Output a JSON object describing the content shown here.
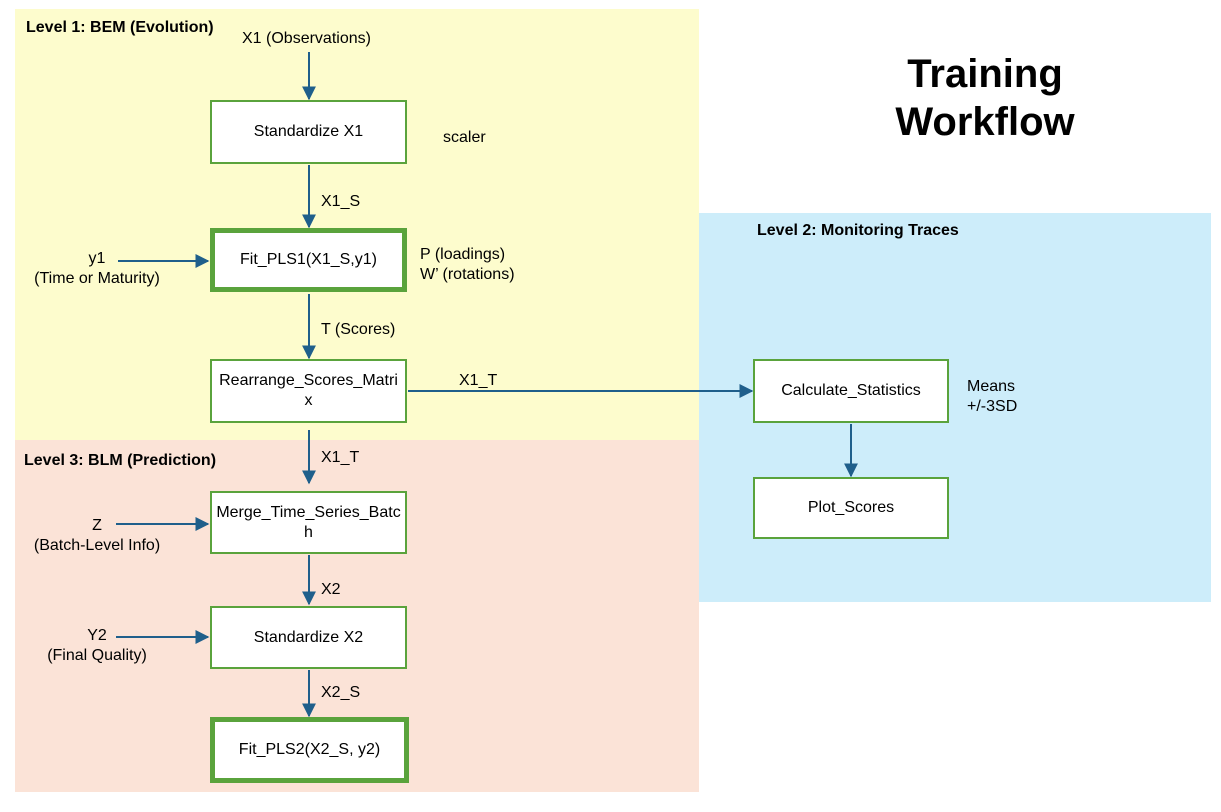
{
  "title": "Training\nWorkflow",
  "levels": {
    "l1": "Level 1: BEM (Evolution)",
    "l2": "Level 2: Monitoring Traces",
    "l3": "Level 3: BLM (Prediction)"
  },
  "boxes": {
    "standardize_x1": "Standardize X1",
    "fit_pls1": "Fit_PLS1(X1_S,y1)",
    "rearrange": "Rearrange_Scores_Matrix",
    "calc_stats": "Calculate_Statistics",
    "plot_scores": "Plot_Scores",
    "merge": "Merge_Time_Series_Batch",
    "standardize_x2": "Standardize X2",
    "fit_pls2": "Fit_PLS2(X2_S, y2)"
  },
  "labels": {
    "x1_obs": "X1 (Observations)",
    "scaler": "scaler",
    "x1_s": "X1_S",
    "y1": "y1\n(Time or Maturity)",
    "loadings": "P (loadings)\nW’ (rotations)",
    "t_scores": "T (Scores)",
    "x1_t_right": "X1_T",
    "means": "Means\n+/-3SD",
    "x1_t_down": "X1_T",
    "z": "Z\n(Batch-Level Info)",
    "x2": "X2",
    "y2": "Y2\n(Final Quality)",
    "x2_s": "X2_S"
  },
  "colors": {
    "box_border": "#5aa33c",
    "arrow": "#1f5f8b",
    "level1_bg": "#fdfccd",
    "level2_bg": "#cdedfa",
    "level3_bg": "#fbe3d7"
  }
}
